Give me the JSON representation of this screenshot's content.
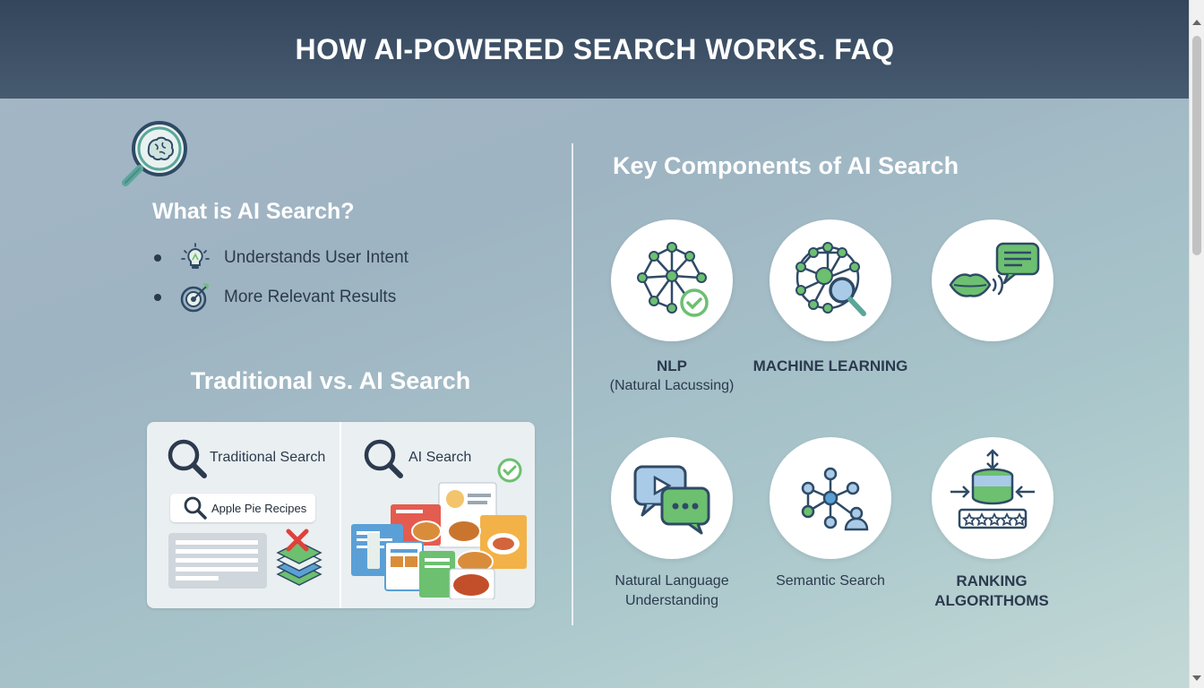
{
  "header": {
    "title": "HOW AI-POWERED SEARCH WORKS. FAQ"
  },
  "what": {
    "title": "What is AI Search?",
    "bullets": [
      {
        "icon": "lightbulb-icon",
        "text": "Understands User Intent"
      },
      {
        "icon": "target-icon",
        "text": "More Relevant Results"
      }
    ]
  },
  "comparison": {
    "title": "Traditional vs. AI Search",
    "traditional_label": "Traditional Search",
    "ai_label": "AI Search",
    "query": "Apple Pie Recipes"
  },
  "components": {
    "title": "Key Components of AI Search",
    "items": [
      {
        "icon": "network-check-icon",
        "title": "NLP",
        "subtitle": "(Natural Lacussing)"
      },
      {
        "icon": "neural-magnifier-icon",
        "title": "MACHINE LEARNING",
        "subtitle": ""
      },
      {
        "icon": "speech-lips-icon",
        "title": "",
        "subtitle": ""
      },
      {
        "icon": "chat-bubbles-icon",
        "title": "",
        "subtitle": "Natural Language Understanding"
      },
      {
        "icon": "semantic-graph-icon",
        "title": "",
        "subtitle": "Semantic Search"
      },
      {
        "icon": "ranking-database-icon",
        "title": "RANKING ALGORITHOMS",
        "subtitle": ""
      }
    ]
  },
  "colors": {
    "header": "#3a4d63",
    "accent_green": "#6cc070",
    "icon_navy": "#2f4a66",
    "icon_teal": "#5aa79a",
    "x_red": "#e0413a"
  }
}
